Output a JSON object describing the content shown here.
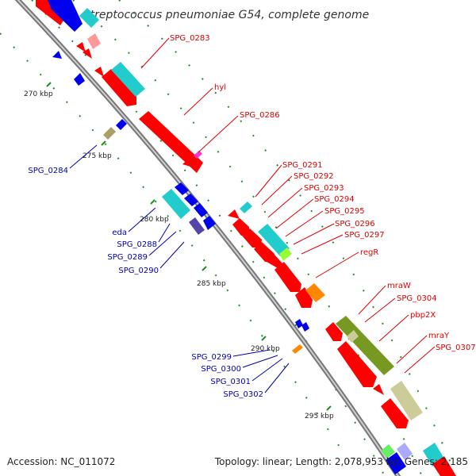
{
  "title": "Streptococcus pneumoniae G54, complete genome",
  "footer": {
    "accession": "Accession: NC_011072",
    "stats": "Topology: linear; Length: 2,078,953 bp; Genes: 2,185"
  },
  "colors": {
    "plus_label": "#dd0000",
    "minus_label": "#0000aa",
    "backbone": "#888888",
    "tick": "#228b22",
    "red": "#ff0000",
    "blue": "#0000ee",
    "cyan": "#22cccc",
    "olive": "#779922",
    "khaki": "#cccc99",
    "orange": "#ff8800",
    "magenta": "#ff33cc",
    "pink": "#ff9999",
    "tan": "#aaa066",
    "purple": "#5544aa",
    "yellowgreen": "#99ff33",
    "lime": "#66ee66"
  },
  "kbp_labels": [
    {
      "id": "kbp-270",
      "text": "270 kbp"
    },
    {
      "id": "kbp-275",
      "text": "275 kbp"
    },
    {
      "id": "kbp-280",
      "text": "280 kbp"
    },
    {
      "id": "kbp-285",
      "text": "285 kbp"
    },
    {
      "id": "kbp-290",
      "text": "290 kbp"
    },
    {
      "id": "kbp-295",
      "text": "295 kbp"
    }
  ],
  "plus_labels": [
    "SPG_0283",
    "hyl",
    "SPG_0286",
    "SPG_0291",
    "SPG_0292",
    "SPG_0293",
    "SPG_0294",
    "SPG_0295",
    "SPG_0296",
    "SPG_0297",
    "regR",
    "mraW",
    "SPG_0304",
    "pbp2X",
    "mraY",
    "SPG_0307"
  ],
  "minus_labels": [
    "SPG_0284",
    "eda",
    "SPG_0288",
    "SPG_0289",
    "SPG_0290",
    "SPG_0299",
    "SPG_0300",
    "SPG_0301",
    "SPG_0302"
  ]
}
